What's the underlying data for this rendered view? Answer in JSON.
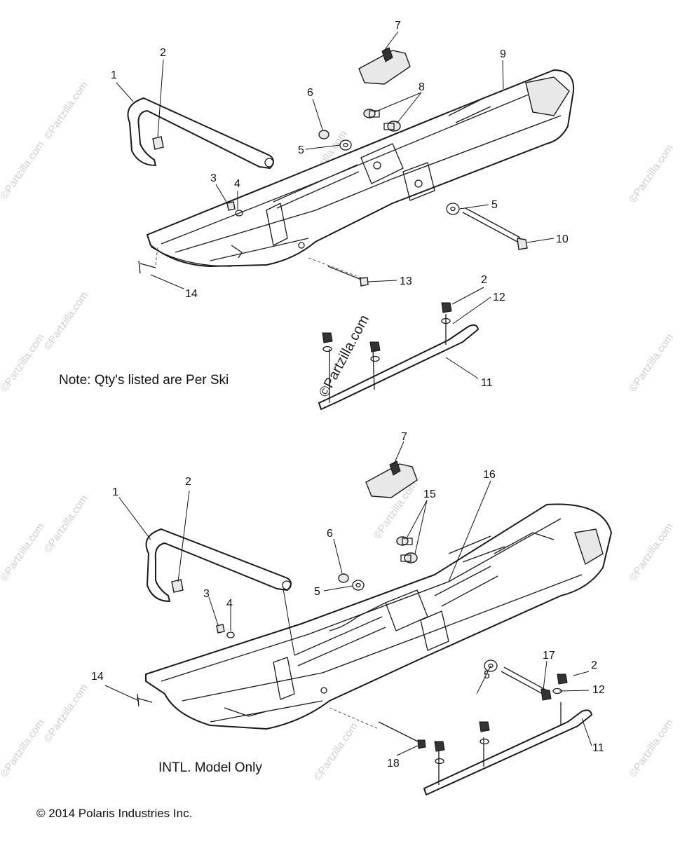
{
  "top_assembly": {
    "callouts": [
      "1",
      "2",
      "3",
      "4",
      "5",
      "6",
      "7",
      "8",
      "9",
      "10",
      "13",
      "14",
      "2",
      "12",
      "11",
      "5"
    ],
    "note": "Note: Qty's listed are Per Ski"
  },
  "bottom_assembly": {
    "callouts": [
      "1",
      "2",
      "3",
      "4",
      "5",
      "6",
      "7",
      "15",
      "16",
      "14",
      "5",
      "17",
      "2",
      "12",
      "11",
      "18"
    ],
    "note": "INTL. Model Only"
  },
  "watermark": "©Partzilla.com",
  "watermark_center": "©Partzilla.com",
  "copyright": "© 2014 Polaris Industries Inc."
}
